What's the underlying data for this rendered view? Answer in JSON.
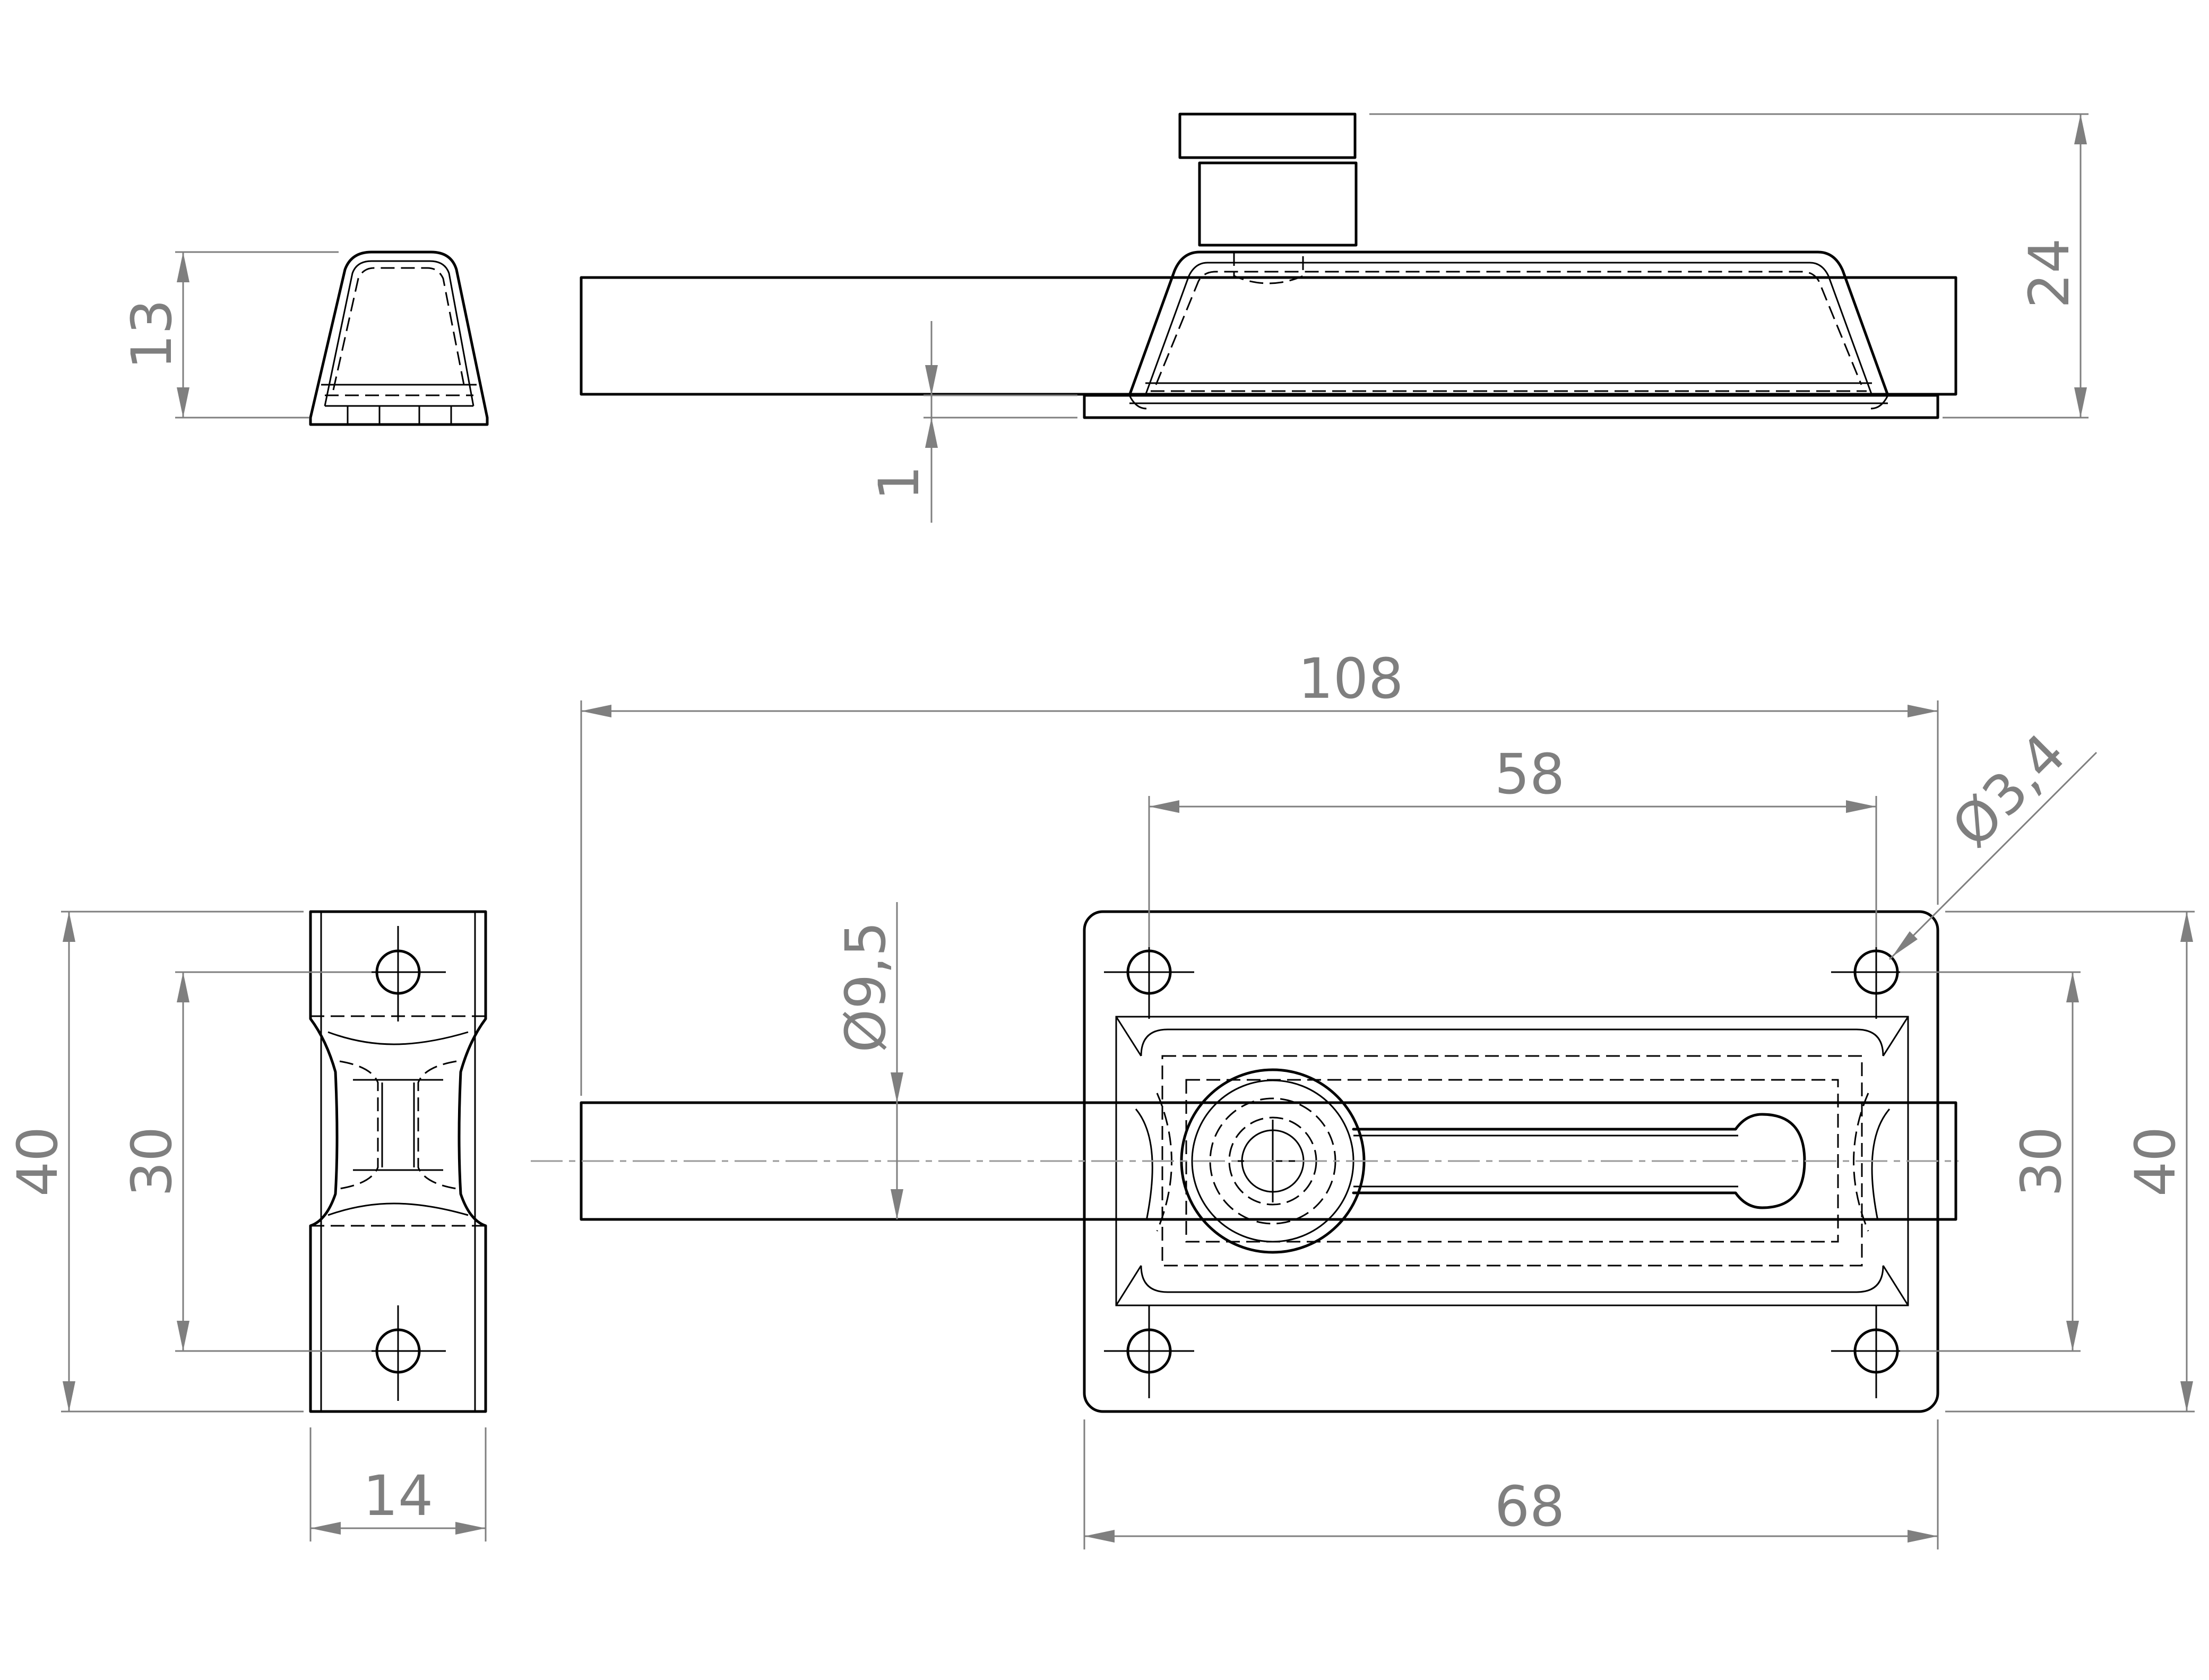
{
  "drawing": {
    "colors": {
      "outline": "#000000",
      "dimension": "#7f7f7f",
      "centerline": "#9a9a9a",
      "background": "#ffffff"
    },
    "dimensions": {
      "side_height": "13",
      "top_height": "24",
      "plate_thickness": "1",
      "total_length": "108",
      "hole_spacing_x": "58",
      "hole_diameter": "Ø3,4",
      "bolt_diameter": "Ø9,5",
      "plate_length": "68",
      "hole_spacing_y_right": "30",
      "plate_height_right": "40",
      "keeper_height": "40",
      "keeper_hole_spacing": "30",
      "keeper_width": "14"
    }
  }
}
